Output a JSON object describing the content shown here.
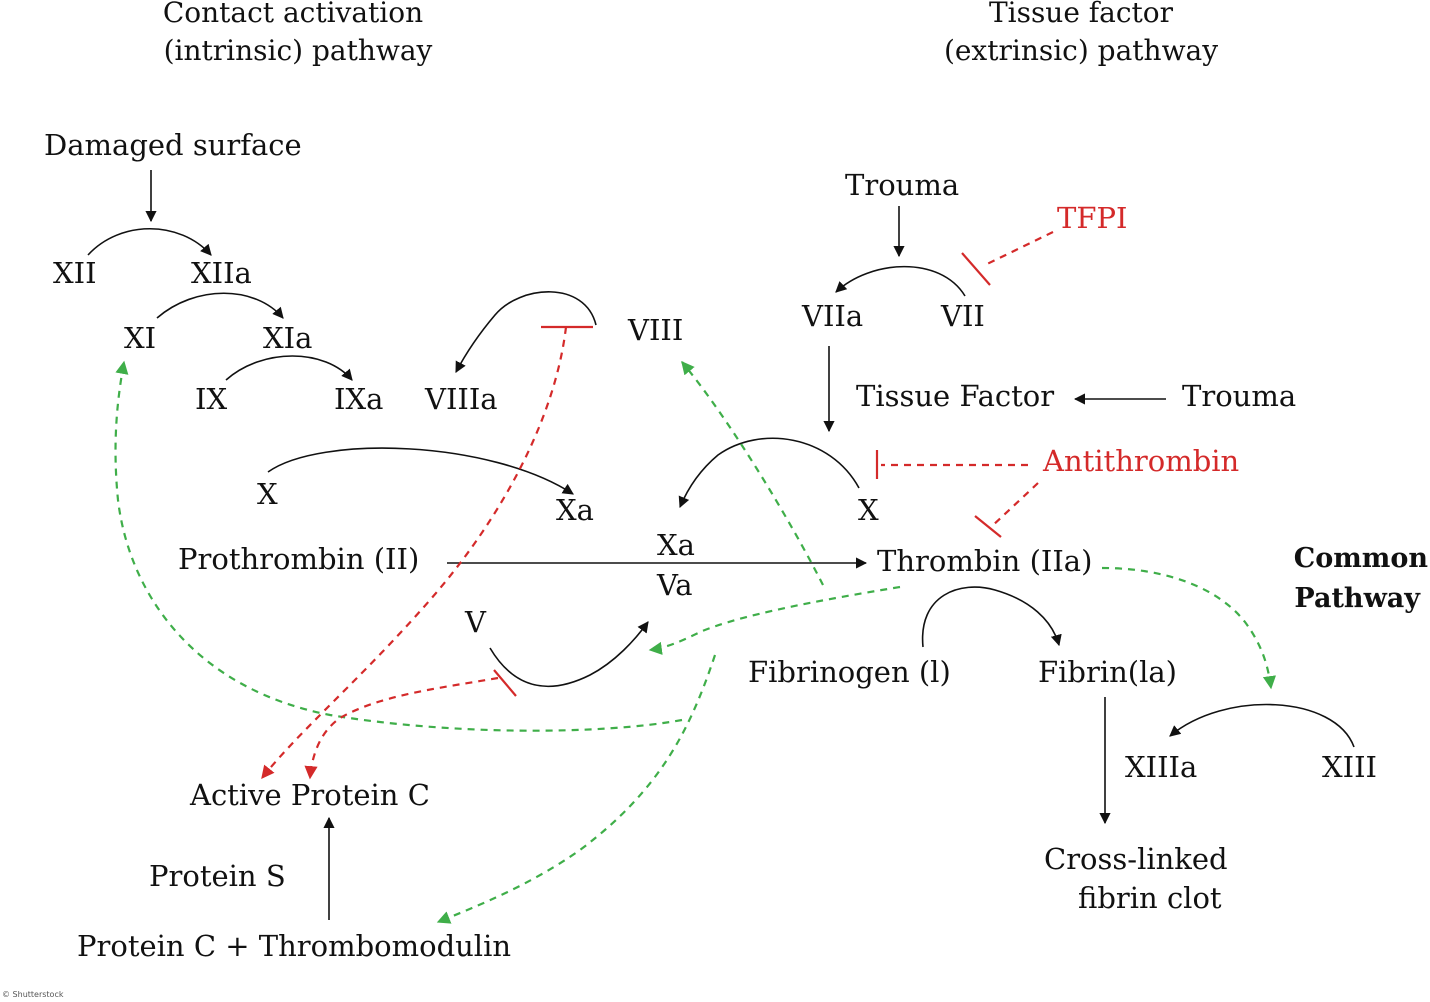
{
  "headers": {
    "intrinsic_line1": "Contact activation",
    "intrinsic_line2": "(intrinsic) pathway",
    "extrinsic_line1": "Tissue factor",
    "extrinsic_line2": "(extrinsic) pathway",
    "common_line1": "Common",
    "common_line2": "Pathway"
  },
  "nodes": {
    "damaged_surface": "Damaged surface",
    "xii": "XII",
    "xiia": "XIIa",
    "xi": "XI",
    "xia": "XIa",
    "ix": "IX",
    "ixa": "IXa",
    "viii": "VIII",
    "viiia": "VIIIa",
    "x_intrinsic": "X",
    "xa_intrinsic": "Xa",
    "prothrombin": "Prothrombin (II)",
    "xa_complex": "Xa",
    "va_complex": "Va",
    "thrombin": "Thrombin (IIa)",
    "v": "V",
    "trauma_1": "Trouma",
    "tfpi": "TFPI",
    "viia": "VIIa",
    "vii": "VII",
    "tissue_factor": "Tissue Factor",
    "trauma_2": "Trouma",
    "antithrombin": "Antithrombin",
    "x_extrinsic": "X",
    "fibrinogen": "Fibrinogen (l)",
    "fibrin": "Fibrin(la)",
    "xiiia": "XIIIa",
    "xiii": "XIII",
    "clot_line1": "Cross-linked",
    "clot_line2": "fibrin clot",
    "active_protein_c": "Active Protein C",
    "protein_s": "Protein S",
    "protein_c_thrombomodulin": "Protein C + Thrombomodulin"
  },
  "credit": "© Shutterstock",
  "colors": {
    "activation": "#3fae49",
    "inhibition": "#d42a2a",
    "text": "#111111"
  }
}
